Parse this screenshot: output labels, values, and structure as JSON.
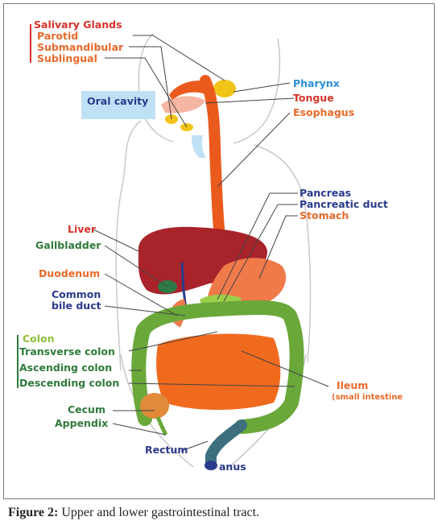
{
  "labels": {
    "salivary_glands": "Salivary Glands",
    "parotid": "Parotid",
    "submandibular": "Submandibular",
    "sublingual": "Sublingual",
    "oral_cavity": "Oral cavity",
    "pharynx": "Pharynx",
    "tongue": "Tongue",
    "esophagus": "Esophagus",
    "pancreas": "Pancreas",
    "pancreatic_duct": "Pancreatic duct",
    "stomach": "Stomach",
    "liver": "Liver",
    "gallbladder": "Gallbladder",
    "duodenum": "Duodenum",
    "common": "Common",
    "bile_duct": "bile duct",
    "colon": "Colon",
    "transverse_colon": "Transverse colon",
    "ascending_colon": "Ascending colon",
    "descending_colon": "Descending colon",
    "ileum": "Ileum",
    "small_intestine": "(small intestine",
    "cecum": "Cecum",
    "appendix": "Appendix",
    "rectum": "Rectum",
    "anus": "anus"
  },
  "caption": {
    "label": "Figure 2:",
    "text": " Upper and lower gastrointestinal tract."
  },
  "colors": {
    "orange_label": "#e8692a",
    "red_label": "#d6332a",
    "blue_label": "#2a8fd6",
    "navy_label": "#2b3a8c",
    "green_label": "#2f7a3b",
    "esophagus": "#ea5a1c",
    "liver": "#a8232a",
    "stomach": "#f07a4a",
    "colon": "#6aa83a",
    "small_intestine": "#f06a1e"
  }
}
